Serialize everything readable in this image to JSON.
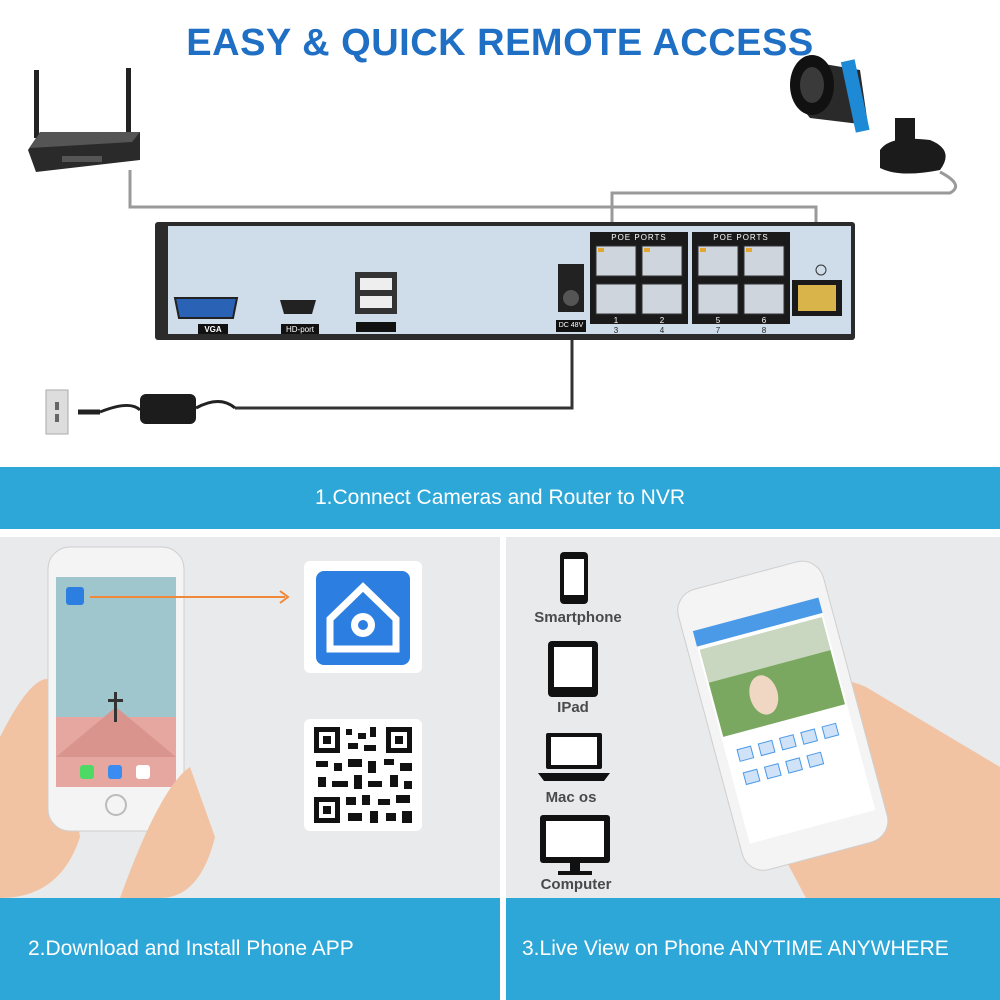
{
  "header": {
    "title": "EASY & QUICK REMOTE ACCESS"
  },
  "nvr": {
    "poe_group_1": "POE PORTS",
    "poe_group_2": "POE PORTS",
    "port_numbers_top": [
      "1",
      "2",
      "5",
      "6"
    ],
    "port_numbers_bottom": [
      "3",
      "4",
      "7",
      "8"
    ],
    "vga_label": "VGA",
    "hdmi_label": "HD-port",
    "dc_label": "DC 48V"
  },
  "steps": {
    "step1": "1.Connect Cameras and Router to NVR",
    "step2": "2.Download and Install Phone APP",
    "step3": "3.Live View on Phone ANYTIME ANYWHERE"
  },
  "devices": [
    {
      "label": "Smartphone",
      "icon": "smartphone-icon"
    },
    {
      "label": "IPad",
      "icon": "tablet-icon"
    },
    {
      "label": "Mac os",
      "icon": "laptop-icon"
    },
    {
      "label": "Computer",
      "icon": "monitor-icon"
    }
  ],
  "colors": {
    "accent_blue": "#1f6fc4",
    "band_blue": "#2da6d8",
    "panel_gray": "#e9eaec",
    "cable_orange": "#f0883a"
  }
}
